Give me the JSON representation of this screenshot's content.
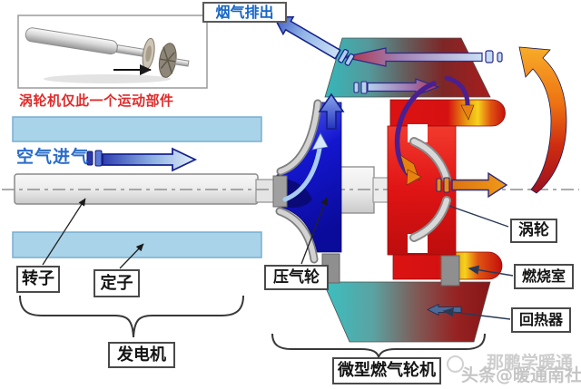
{
  "colors": {
    "label_blue": "#1765c6",
    "caption_red": "#e12b2b",
    "stator_blue": "#a9d3e9",
    "compressor_blue": "#1416cf",
    "turbine_red": "#dd1212",
    "combustor_yellow": "#f6d21c",
    "recuperator_teal": "#3ac0c1",
    "recuperator_dark_red": "#8c1818"
  },
  "inset": {
    "caption": "涡轮机仅此一个运动部件"
  },
  "flow_labels": {
    "exhaust_out": "烟气排出",
    "air_in": "空气进气"
  },
  "part_labels": {
    "rotor": "转子",
    "stator": "定子",
    "generator": "发电机",
    "compressor_wheel": "压气轮",
    "turbine": "涡轮",
    "combustor": "燃烧室",
    "recuperator": "回热器",
    "micro_gas_turbine": "微型燃气轮机"
  },
  "watermark": {
    "line1": "那鹏学暖通",
    "line2": "头条@暖通南社"
  }
}
